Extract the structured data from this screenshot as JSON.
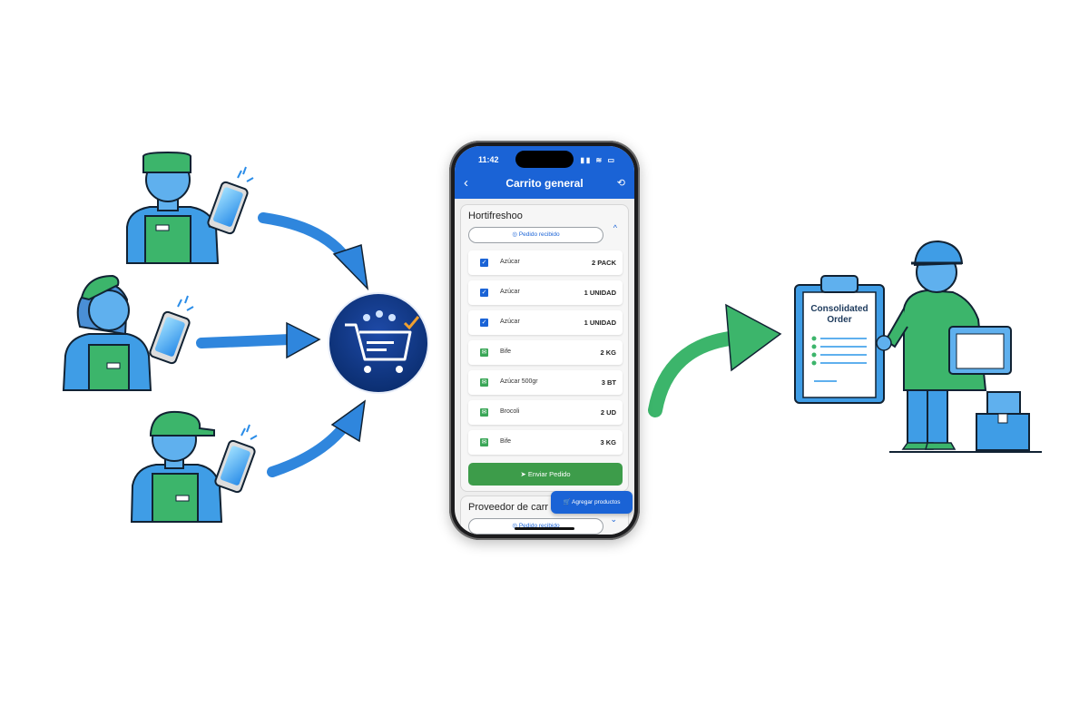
{
  "phone": {
    "status_time": "11:42",
    "status_icons": "▮▮ ≋ ▭",
    "title": "Carrito general",
    "back_glyph": "‹",
    "history_glyph": "⟲"
  },
  "order_card": {
    "supplier": "Hortifreshoo",
    "status": "◎ Pedido recibido",
    "collapse_glyph": "^",
    "items": [
      {
        "name": "Azúcar",
        "qty": "2 PACK"
      },
      {
        "name": "Azúcar",
        "qty": "1 UNIDAD"
      },
      {
        "name": "Azúcar",
        "qty": "1 UNIDAD"
      },
      {
        "name": "Bife",
        "qty": "2 KG"
      },
      {
        "name": "Azúcar 500gr",
        "qty": "3 BT"
      },
      {
        "name": "Brocoli",
        "qty": "2 UD"
      },
      {
        "name": "Bife",
        "qty": "3 KG"
      }
    ],
    "send_label": "➤  Enviar Pedido"
  },
  "second_card": {
    "supplier": "Proveedor de carr",
    "status": "◎ Pedido recibido",
    "expand_glyph": "⌄"
  },
  "fab_label": "🛒 Agregar productos",
  "clipboard": {
    "line1": "Consolidated",
    "line2": "Order"
  },
  "colors": {
    "primary_blue": "#1a63d6",
    "green": "#3d9c4a",
    "illustration_blue": "#2f86dd",
    "illustration_green": "#3cb56b",
    "navy": "#0f3b82"
  }
}
